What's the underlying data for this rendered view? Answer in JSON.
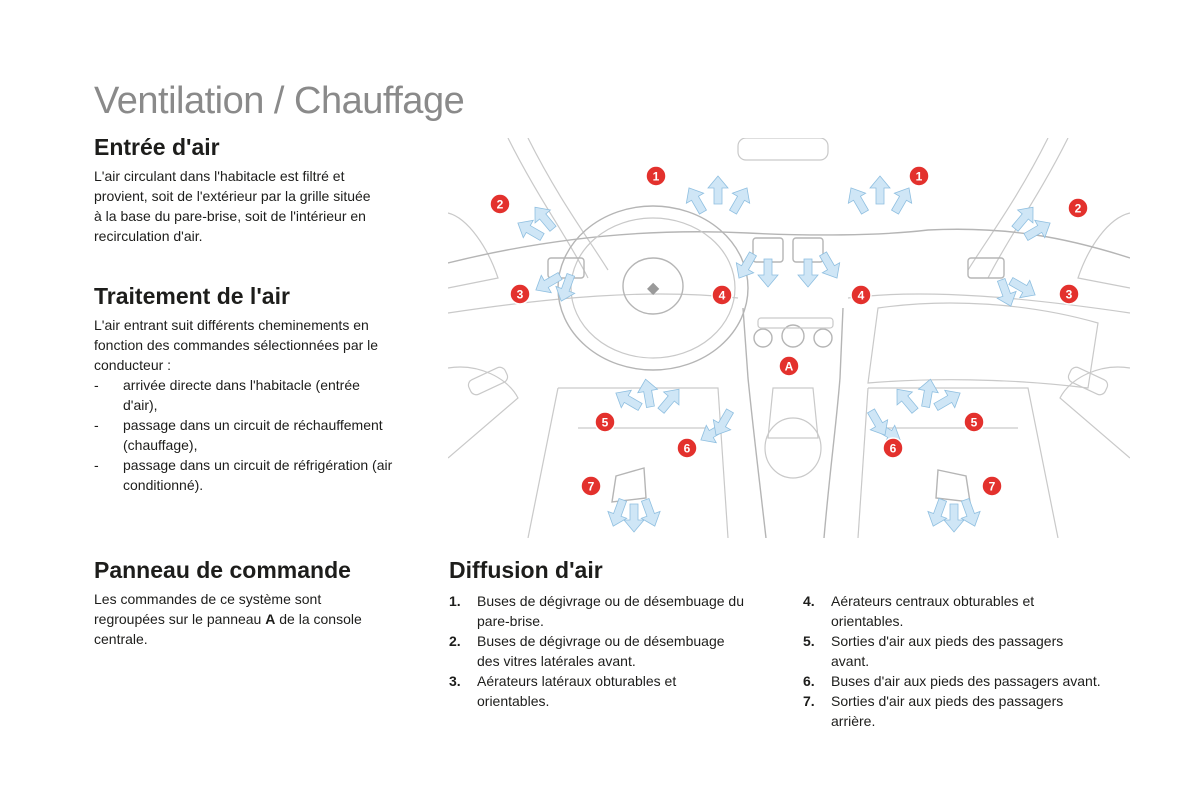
{
  "page_title": "Ventilation / Chauffage",
  "entree": {
    "heading": "Entrée d'air",
    "lines": [
      "L'air circulant dans l'habitacle est filtré et",
      "provient, soit de l'extérieur par la grille située",
      "à la base du pare-brise, soit de l'intérieur en",
      "recirculation d'air."
    ]
  },
  "traitement": {
    "heading": "Traitement de l'air",
    "intro_lines": [
      "L'air entrant suit différents cheminements en",
      "fonction des commandes sélectionnées par le",
      "conducteur :"
    ],
    "bullets": [
      {
        "dash": "-",
        "lines": [
          "arrivée directe dans l'habitacle (entrée",
          "d'air),"
        ]
      },
      {
        "dash": "-",
        "lines": [
          "passage dans un circuit de réchauffement",
          "(chauffage),"
        ]
      },
      {
        "dash": "-",
        "lines": [
          "passage dans un circuit de réfrigération (air",
          "conditionné)."
        ]
      }
    ]
  },
  "panneau": {
    "heading": "Panneau de commande",
    "line1": "Les commandes de ce système sont",
    "line2_before": "regroupées sur le panneau ",
    "line2_bold": "A",
    "line2_after": " de la console",
    "line3": "centrale."
  },
  "diffusion": {
    "heading": "Diffusion d'air",
    "items": [
      {
        "num": "1.",
        "lines": [
          "Buses de dégivrage ou de désembuage du",
          "pare-brise."
        ]
      },
      {
        "num": "2.",
        "lines": [
          "Buses de dégivrage ou de désembuage",
          "des vitres latérales avant."
        ]
      },
      {
        "num": "3.",
        "lines": [
          "Aérateurs latéraux obturables et",
          "orientables."
        ]
      },
      {
        "num": "4.",
        "lines": [
          "Aérateurs centraux obturables et",
          "orientables."
        ]
      },
      {
        "num": "5.",
        "lines": [
          "Sorties d'air aux pieds des passagers",
          "avant."
        ]
      },
      {
        "num": "6.",
        "lines": [
          "Buses d'air aux pieds des passagers avant."
        ]
      },
      {
        "num": "7.",
        "lines": [
          "Sorties d'air aux pieds des passagers",
          "arrière."
        ]
      }
    ]
  },
  "diagram": {
    "badges": [
      "1",
      "1",
      "2",
      "2",
      "3",
      "3",
      "4",
      "4",
      "A",
      "5",
      "5",
      "6",
      "6",
      "7",
      "7"
    ],
    "colors": {
      "badge": "#e3312d",
      "arrow_fill": "#cfe6f6",
      "arrow_stroke": "#8fbfe0",
      "line": "#c9c9c9"
    }
  }
}
